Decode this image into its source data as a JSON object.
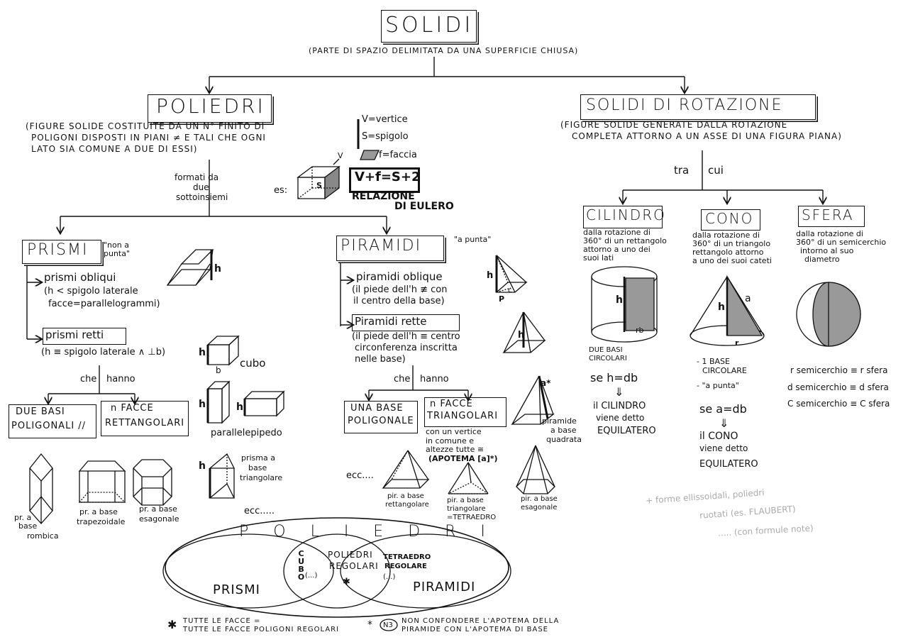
{
  "title": "SOLIDI",
  "definition": "(PARTE DI SPAZIO DELIMITATA DA UNA SUPERFICIE CHIUSA)",
  "poliedri": {
    "title": "POLIEDRI",
    "definition_l1": "(FIGURE SOLIDE COSTITUITE DA UN N° FINITO DI",
    "definition_l2": "POLIGONI DISPOSTI IN PIANI ≠ E TALI CHE OGNI",
    "definition_l3": "LATO SIA COMUNE A DUE DI ESSI)",
    "formati_l1": "formati da",
    "formati_l2": "due",
    "formati_l3": "sottoinsiemi",
    "legend_v": "V=vertice",
    "legend_s": "S=spigolo",
    "legend_f": "f=faccia",
    "es_label": "es:",
    "cube_v": "V",
    "cube_s": "S",
    "formula": "V+f=S+2",
    "euler_l1": "RELAZIONE",
    "euler_l2": "DI EULERO"
  },
  "prismi": {
    "title": "PRISMI",
    "tag": "\"non a punta\"",
    "obliqui_title": "prismi obliqui",
    "obliqui_l1": "(h < spigolo laterale",
    "obliqui_l2": "facce=parallelogrammi)",
    "retti_title": "prismi retti",
    "retti_def": "(h ≡ spigolo laterale ∧ ⊥b)",
    "obl_h": "h",
    "cubo_h": "h",
    "cubo_b": "b",
    "cubo": "cubo",
    "che_hanno_l": "che",
    "che_hanno_r": "hanno",
    "due_basi_l1": "DUE BASI",
    "due_basi_l2": "POLIGONALI //",
    "n_facce_l1": "n FACCE",
    "n_facce_l2": "RETTANGOLARI",
    "para_h1": "h",
    "para_h2": "h",
    "parallelepipedo": "parallelepipedo",
    "tri_h": "h",
    "prisma_tri_l1": "prisma a",
    "prisma_tri_l2": "base",
    "prisma_tri_l3": "triangolare",
    "rombica_l1": "pr. a",
    "rombica_l2": "base",
    "rombica_l3": "rombica",
    "trap_l1": "pr. a base",
    "trap_l2": "trapezoidale",
    "esag_l1": "pr. a base",
    "esag_l2": "esagonale",
    "ecc": "ecc....."
  },
  "piramidi": {
    "title": "PIRAMIDI",
    "tag": "\"a punta\"",
    "oblique_title": "piramidi oblique",
    "oblique_l1": "(il piede dell'h ≢ con",
    "oblique_l2": "il centro della base)",
    "rette_title": "Piramidi rette",
    "rette_l1": "(il piede dell'h ≡ centro",
    "rette_l2": "circonferenza inscritta",
    "rette_l3": "nelle base)",
    "obl_h": "h",
    "obl_c": "c",
    "obl_p": "P",
    "rette_h": "h",
    "che_hanno_l": "che",
    "che_hanno_r": "hanno",
    "una_base_l1": "UNA BASE",
    "una_base_l2": "POLIGONALE",
    "n_facce_l1": "n FACCE",
    "n_facce_l2": "TRIANGOLARI",
    "n_facce_d1": "con un vertice",
    "n_facce_d2": "in comune e",
    "n_facce_d3": "altezze tutte ≅",
    "n_facce_d4": "(APOTEMA [a]*)",
    "sq_a": "a*",
    "sq_l1": "piramide",
    "sq_l2": "a base",
    "sq_l3": "quadrata",
    "ecc": "ecc....",
    "rett_l1": "pir. a base",
    "rett_l2": "rettangolare",
    "tri_l1": "pir. a base",
    "tri_l2": "triangolare",
    "tri_l3": "=TETRAEDRO",
    "esag_l1": "pir. a base",
    "esag_l2": "esagonale"
  },
  "rotazione": {
    "title": "SOLIDI DI ROTAZIONE",
    "definition_l1": "(FIGURE SOLIDE GENERATE DALLA ROTAZIONE",
    "definition_l2": "COMPLETA ATTORNO A UN ASSE DI UNA FIGURA PIANA)",
    "tra_l": "tra",
    "tra_r": "cui",
    "cilindro": {
      "title": "CILINDRO",
      "def_l1": "dalla rotazione di",
      "def_l2": "360° di un rettangolo",
      "def_l3": "attorno a uno dei",
      "def_l4": "suoi lati",
      "h": "h",
      "rb": "rb",
      "basi_l1": "DUE BASI",
      "basi_l2": "CIRCOLARI",
      "se": "se h=db",
      "arrow": "⇓",
      "res_l1": "il CILINDRO",
      "res_l2": "viene detto",
      "res_l3": "EQUILATERO"
    },
    "cono": {
      "title": "CONO",
      "def_l1": "dalla rotazione di",
      "def_l2": "360° di un triangolo",
      "def_l3": "rettangolo attorno",
      "def_l4": "a uno dei suoi cateti",
      "h": "h",
      "a": "a",
      "r": "r",
      "b1_l1": "- 1 BASE",
      "b1_l2": "CIRCOLARE",
      "b2": "- \"a punta\"",
      "se": "se a=db",
      "arrow": "⇓",
      "res_l1": "il CONO",
      "res_l2": "viene detto",
      "res_l3": "EQUILATERO"
    },
    "sfera": {
      "title": "SFERA",
      "def_l1": "dalla rotazione di",
      "def_l2": "360° di un semicerchio",
      "def_l3": "intorno al suo",
      "def_l4": "diametro",
      "r1": "r semicerchio ≡ r sfera",
      "r2": "d semicerchio ≡ d sfera",
      "r3": "C semicerchio ≡ C sfera"
    },
    "note_l1": "+ forme ellissoidali, poliedri",
    "note_l2": "ruotati (es. FLAUBERT)",
    "note_l3": "..... (con formule note)"
  },
  "venn": {
    "title": "P O L I E D R I",
    "prismi": "PRISMI",
    "piramidi": "PIRAMIDI",
    "regolari_l1": "POLIEDRI",
    "regolari_l2": "REGOLARI",
    "cubo": "CUBO",
    "cubo_etc": "(...)",
    "tetra_l1": "TETRAEDRO",
    "tetra_l2": "REGOLARE",
    "tetra_etc": "(...)",
    "star": "✱"
  },
  "footnotes": {
    "f1_sym": "✱",
    "f1_l1": "TUTTE LE FACCE =",
    "f1_l2": "TUTTE LE FACCE POLIGONI REGOLARI",
    "f2_sym": "*",
    "f2_badge": "N3",
    "f2_l1": "NON CONFONDERE L'APOTEMA DELLA",
    "f2_l2": "PIRAMIDE CON L'APOTEMA DI BASE"
  }
}
